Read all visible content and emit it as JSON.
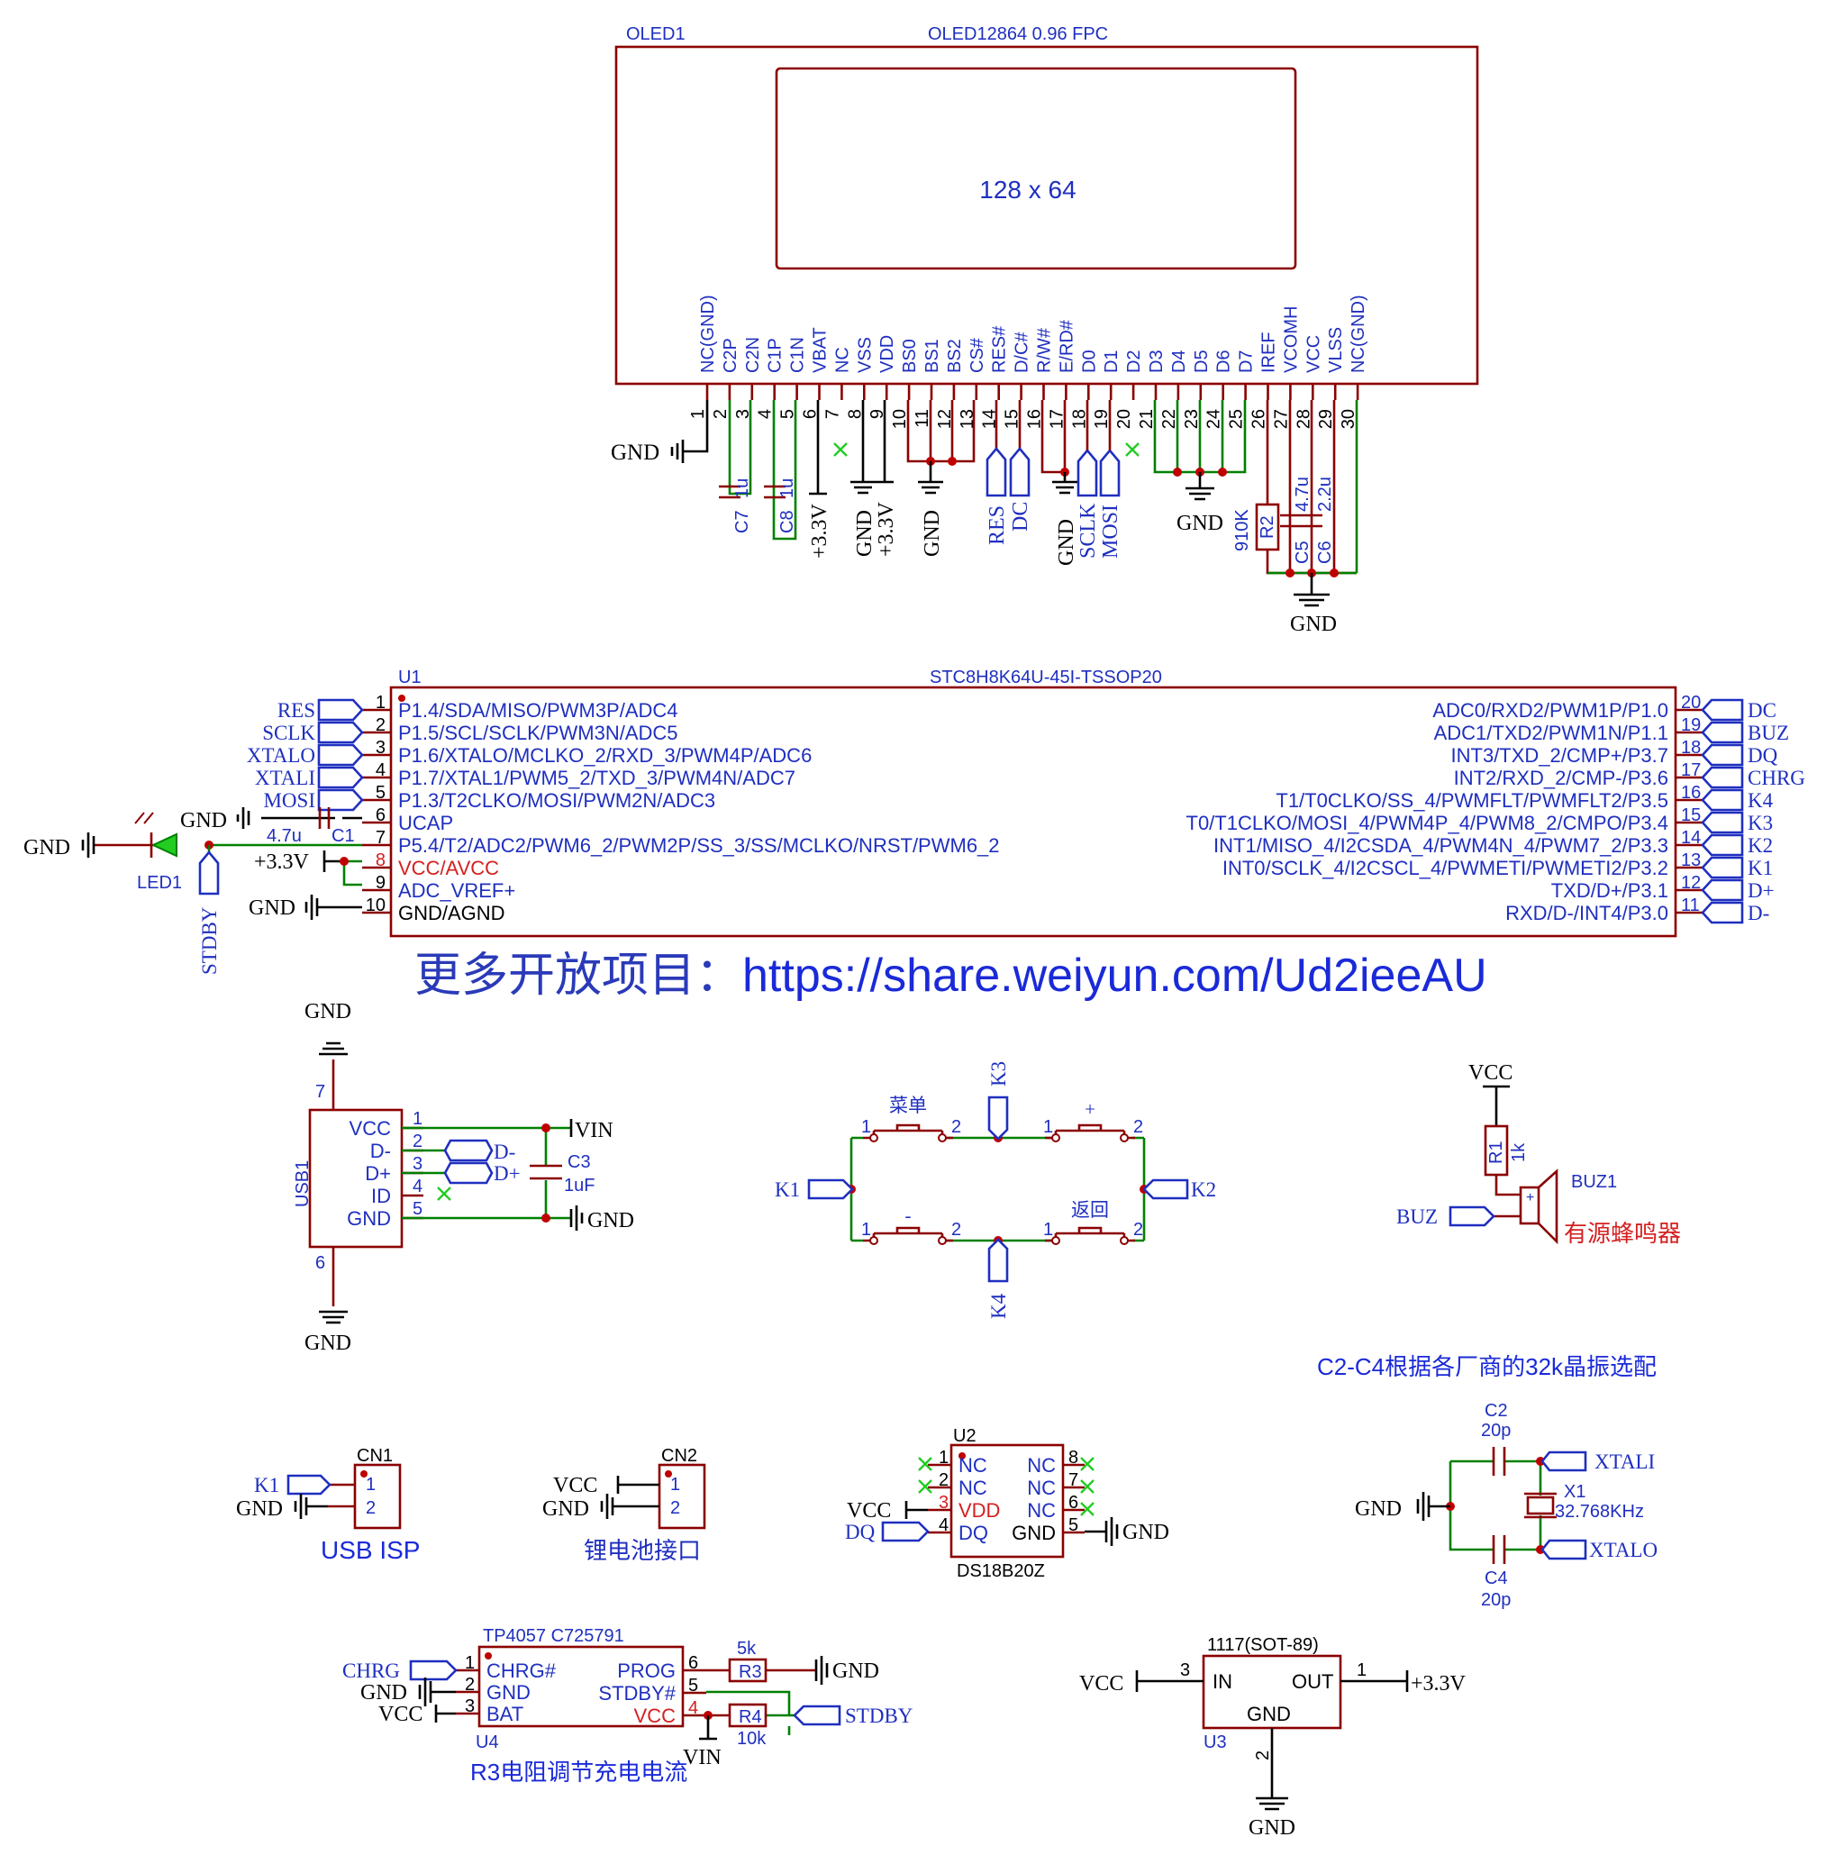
{
  "oled": {
    "ref": "OLED1",
    "part": "OLED12864  0.96 FPC",
    "screen": "128 x 64",
    "pins": [
      "NC(GND)",
      "C2P",
      "C2N",
      "C1P",
      "C1N",
      "VBAT",
      "NC",
      "VSS",
      "VDD",
      "BS0",
      "BS1",
      "BS2",
      "CS#",
      "RES#",
      "D/C#",
      "R/W#",
      "E/RD#",
      "D0",
      "D1",
      "D2",
      "D3",
      "D4",
      "D5",
      "D6",
      "D7",
      "IREF",
      "VCOMH",
      "VCC",
      "VLSS",
      "NC(GND)"
    ],
    "pin_numbers": [
      "1",
      "2",
      "3",
      "4",
      "5",
      "6",
      "7",
      "8",
      "9",
      "10",
      "11",
      "12",
      "13",
      "14",
      "15",
      "16",
      "17",
      "18",
      "19",
      "20",
      "21",
      "22",
      "23",
      "24",
      "25",
      "26",
      "27",
      "28",
      "29",
      "30"
    ],
    "caps": {
      "c7": "C7",
      "c7v": "1u",
      "c8": "C8",
      "c8v": "1u",
      "c5": "C5",
      "c5v": "4.7u",
      "c6": "C6",
      "c6v": "2.2u"
    },
    "r2": {
      "ref": "R2",
      "value": "910K"
    },
    "nets": {
      "gnd": "GND",
      "p33": "+3.3V",
      "res": "RES",
      "dc": "DC",
      "sclk": "SCLK",
      "mosi": "MOSI"
    }
  },
  "mcu": {
    "ref": "U1",
    "part": "STC8H8K64U-45I-TSSOP20",
    "left_pins": [
      {
        "num": "1",
        "name": "P1.4/SDA/MISO/PWM3P/ADC4",
        "net": "RES"
      },
      {
        "num": "2",
        "name": "P1.5/SCL/SCLK/PWM3N/ADC5",
        "net": "SCLK"
      },
      {
        "num": "3",
        "name": "P1.6/XTALO/MCLKO_2/RXD_3/PWM4P/ADC6",
        "net": "XTALO"
      },
      {
        "num": "4",
        "name": "P1.7/XTAL1/PWM5_2/TXD_3/PWM4N/ADC7",
        "net": "XTALI"
      },
      {
        "num": "5",
        "name": "P1.3/T2CLKO/MOSI/PWM2N/ADC3",
        "net": "MOSI"
      },
      {
        "num": "6",
        "name": "UCAP",
        "net": "GND"
      },
      {
        "num": "7",
        "name": "P5.4/T2/ADC2/PWM6_2/PWM2P/SS_3/SS/MCLKO/NRST/PWM6_2",
        "net": ""
      },
      {
        "num": "8",
        "name": "VCC/AVCC",
        "net": "+3.3V"
      },
      {
        "num": "9",
        "name": "ADC_VREF+",
        "net": ""
      },
      {
        "num": "10",
        "name": "GND/AGND",
        "net": "GND"
      }
    ],
    "right_pins": [
      {
        "num": "20",
        "name": "ADC0/RXD2/PWM1P/P1.0",
        "net": "DC"
      },
      {
        "num": "19",
        "name": "ADC1/TXD2/PWM1N/P1.1",
        "net": "BUZ"
      },
      {
        "num": "18",
        "name": "INT3/TXD_2/CMP+/P3.7",
        "net": "DQ"
      },
      {
        "num": "17",
        "name": "INT2/RXD_2/CMP-/P3.6",
        "net": "CHRG"
      },
      {
        "num": "16",
        "name": "T1/T0CLKO/SS_4/PWMFLT/PWMFLT2/P3.5",
        "net": "K4"
      },
      {
        "num": "15",
        "name": "T0/T1CLKO/MOSI_4/PWM4P_4/PWM8_2/CMPO/P3.4",
        "net": "K3"
      },
      {
        "num": "14",
        "name": "INT1/MISO_4/I2CSDA_4/PWM4N_4/PWM7_2/P3.3",
        "net": "K2"
      },
      {
        "num": "13",
        "name": "INT0/SCLK_4/I2CSCL_4/PWMETI/PWMETI2/P3.2",
        "net": "K1"
      },
      {
        "num": "12",
        "name": "TXD/D+/P3.1",
        "net": "D+"
      },
      {
        "num": "11",
        "name": "RXD/D-/INT4/P3.0",
        "net": "D-"
      }
    ],
    "c1": {
      "ref": "C1",
      "value": "4.7u"
    },
    "led": {
      "ref": "LED1",
      "net": "STDBY"
    }
  },
  "banner": {
    "prefix": "更多开放项目：",
    "url": "https://share.weiyun.com/Ud2ieeAU"
  },
  "usb": {
    "ref": "USB1",
    "pins": [
      {
        "num": "1",
        "name": "VCC"
      },
      {
        "num": "2",
        "name": "D-"
      },
      {
        "num": "3",
        "name": "D+"
      },
      {
        "num": "4",
        "name": "ID"
      },
      {
        "num": "5",
        "name": "GND"
      }
    ],
    "shield_top": "7",
    "shield_bottom": "6",
    "c3": {
      "ref": "C3",
      "value": "1uF"
    },
    "nets": {
      "vin": "VIN",
      "dm": "D-",
      "dp": "D+",
      "gnd": "GND"
    }
  },
  "keys": {
    "menu": "菜单",
    "plus": "+",
    "minus": "-",
    "back": "返回",
    "k1": "K1",
    "k2": "K2",
    "k3": "K3",
    "k4": "K4",
    "p1": "1",
    "p2": "2"
  },
  "buzzer": {
    "ref": "BUZ1",
    "label": "有源蜂鸣器",
    "r1": "R1",
    "r1v": "1k",
    "vcc": "VCC",
    "net": "BUZ"
  },
  "cn1": {
    "ref": "CN1",
    "caption": "USB ISP",
    "nets": [
      "K1",
      "GND"
    ],
    "pins": [
      "1",
      "2"
    ]
  },
  "cn2": {
    "ref": "CN2",
    "caption": "锂电池接口",
    "nets": [
      "VCC",
      "GND"
    ],
    "pins": [
      "1",
      "2"
    ]
  },
  "sensor": {
    "ref": "U2",
    "part": "DS18B20Z",
    "left": [
      {
        "num": "1",
        "name": "NC"
      },
      {
        "num": "2",
        "name": "NC"
      },
      {
        "num": "3",
        "name": "VDD"
      },
      {
        "num": "4",
        "name": "DQ"
      }
    ],
    "right": [
      {
        "num": "8",
        "name": "NC"
      },
      {
        "num": "7",
        "name": "NC"
      },
      {
        "num": "6",
        "name": "NC"
      },
      {
        "num": "5",
        "name": "GND"
      }
    ],
    "nets": {
      "vcc": "VCC",
      "dq": "DQ",
      "gnd": "GND"
    }
  },
  "crystal": {
    "note": "C2-C4根据各厂商的32k晶振选配",
    "c2": "C2",
    "c2v": "20p",
    "c4": "C4",
    "c4v": "20p",
    "x1": "X1",
    "x1v": "32.768KHz",
    "xtali": "XTALI",
    "xtalo": "XTALO",
    "gnd": "GND"
  },
  "charger": {
    "part": "TP4057  C725791",
    "ref": "U4",
    "left": [
      {
        "num": "1",
        "name": "CHRG#"
      },
      {
        "num": "2",
        "name": "GND"
      },
      {
        "num": "3",
        "name": "BAT"
      }
    ],
    "right": [
      {
        "num": "6",
        "name": "PROG"
      },
      {
        "num": "5",
        "name": "STDBY#"
      },
      {
        "num": "4",
        "name": "VCC"
      }
    ],
    "r3": "R3",
    "r3v": "5k",
    "r4": "R4",
    "r4v": "10k",
    "nets": {
      "chrg": "CHRG",
      "gnd": "GND",
      "vcc": "VCC",
      "vin": "VIN",
      "stdby": "STDBY"
    },
    "note": "R3电阻调节充电电流"
  },
  "ldo": {
    "part": "1117(SOT-89)",
    "ref": "U3",
    "pins": {
      "in": "IN",
      "out": "OUT",
      "gnd": "GND"
    },
    "nums": {
      "in": "3",
      "out": "1",
      "gnd": "2"
    },
    "nets": {
      "vcc": "VCC",
      "out": "+3.3V",
      "gnd": "GND"
    }
  }
}
